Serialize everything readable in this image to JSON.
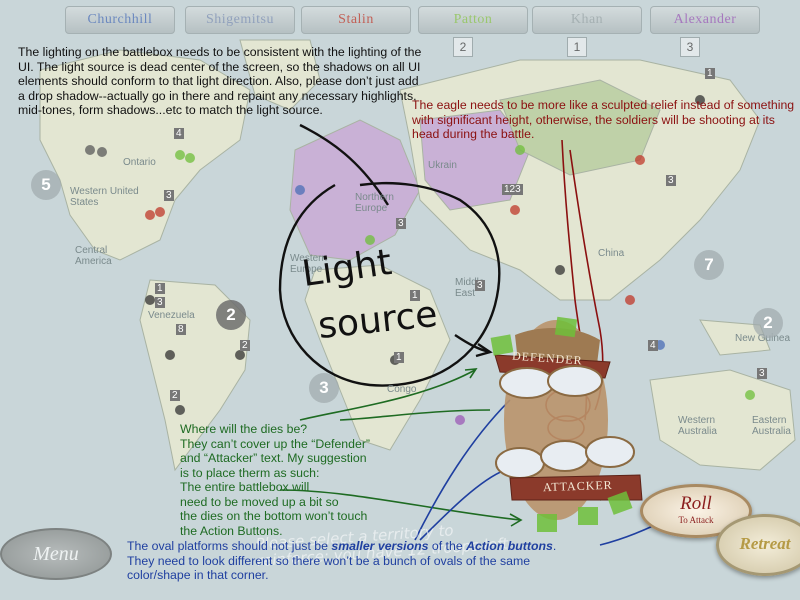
{
  "colors": {
    "ocean": "#c9d6d9",
    "land": "#e3e6d2",
    "land_purple": "#c9b1d6",
    "land_green": "#bfd1a8",
    "annotation_black": "#111111",
    "annotation_red": "#8b1010",
    "annotation_green": "#1e6b22",
    "annotation_blue": "#1f3fa0"
  },
  "player_tabs": [
    {
      "name": "Churchhill",
      "color": "#4c6fb7"
    },
    {
      "name": "Shigemitsu",
      "color": "#7e8fb3"
    },
    {
      "name": "Stalin",
      "color": "#c0392b"
    },
    {
      "name": "Patton",
      "color": "#8bc34a"
    },
    {
      "name": "Khan",
      "color": "#9aa4a6"
    },
    {
      "name": "Alexander",
      "color": "#9b59b6"
    }
  ],
  "tab_numbers": [
    "2",
    "1",
    "3"
  ],
  "map_labels": {
    "ontario": "Ontario",
    "western_us": "Western United States",
    "central_america": "Central America",
    "venezuela": "Venezuela",
    "northern_europe": "Northern Europe",
    "western_europe": "Western Europe",
    "ukraine": "Ukrain",
    "china": "China",
    "western_australia": "Western Australia",
    "eastern_australia": "Eastern Australia",
    "new_guinea": "New Guinea",
    "congo": "Congo",
    "middle_east": "Middle East"
  },
  "region_numbers": [
    "5",
    "2",
    "3",
    "7",
    "2"
  ],
  "army_counts": [
    "4",
    "3",
    "1",
    "3",
    "123",
    "3",
    "1",
    "3",
    "2",
    "3",
    "4",
    "1",
    "8",
    "2",
    "1",
    "3"
  ],
  "battlebox": {
    "defender_label": "DEFENDER",
    "attacker_label": "ATTACKER"
  },
  "buttons": {
    "menu": "Menu",
    "roll": "Roll",
    "roll_sub": "To Attack",
    "retreat": "Retreat"
  },
  "status_hint": "Please select a territory to reinforce: you have 12 troops left.",
  "notes": {
    "lighting": "The lighting on the battlebox needs to be consistent with the lighting of the UI. The light source is dead center of the screen, so the shadows on all UI elements should conform to that light direction. Also, please don’t just add a drop shadow--actually go in there and repaint any necessary highlights, mid-tones, form shadows...etc to match the light source.",
    "light_line1": "Light",
    "light_line2": "source",
    "eagle": "The eagle needs to be more like a sculpted relief instead of something with significant height, otherwise, the soldiers will be shooting at its head during the battle.",
    "dice_lines": [
      "Where will the dies be?",
      "They can’t cover up the “Defender”",
      "and “Attacker” text. My suggestion",
      "is to place therm as such:",
      "The entire battlebox will",
      "need to be moved up a bit so",
      "the dies on the bottom won’t touch",
      "the Action Buttons."
    ],
    "oval_part1": "The oval platforms should not just be ",
    "oval_em1": "smaller versions",
    "oval_part2": " of the ",
    "oval_em2": "Action buttons",
    "oval_part3": ".",
    "oval_line2": "They need to look different so there won’t be a bunch of ovals of the same",
    "oval_line3": "color/shape in that corner."
  }
}
